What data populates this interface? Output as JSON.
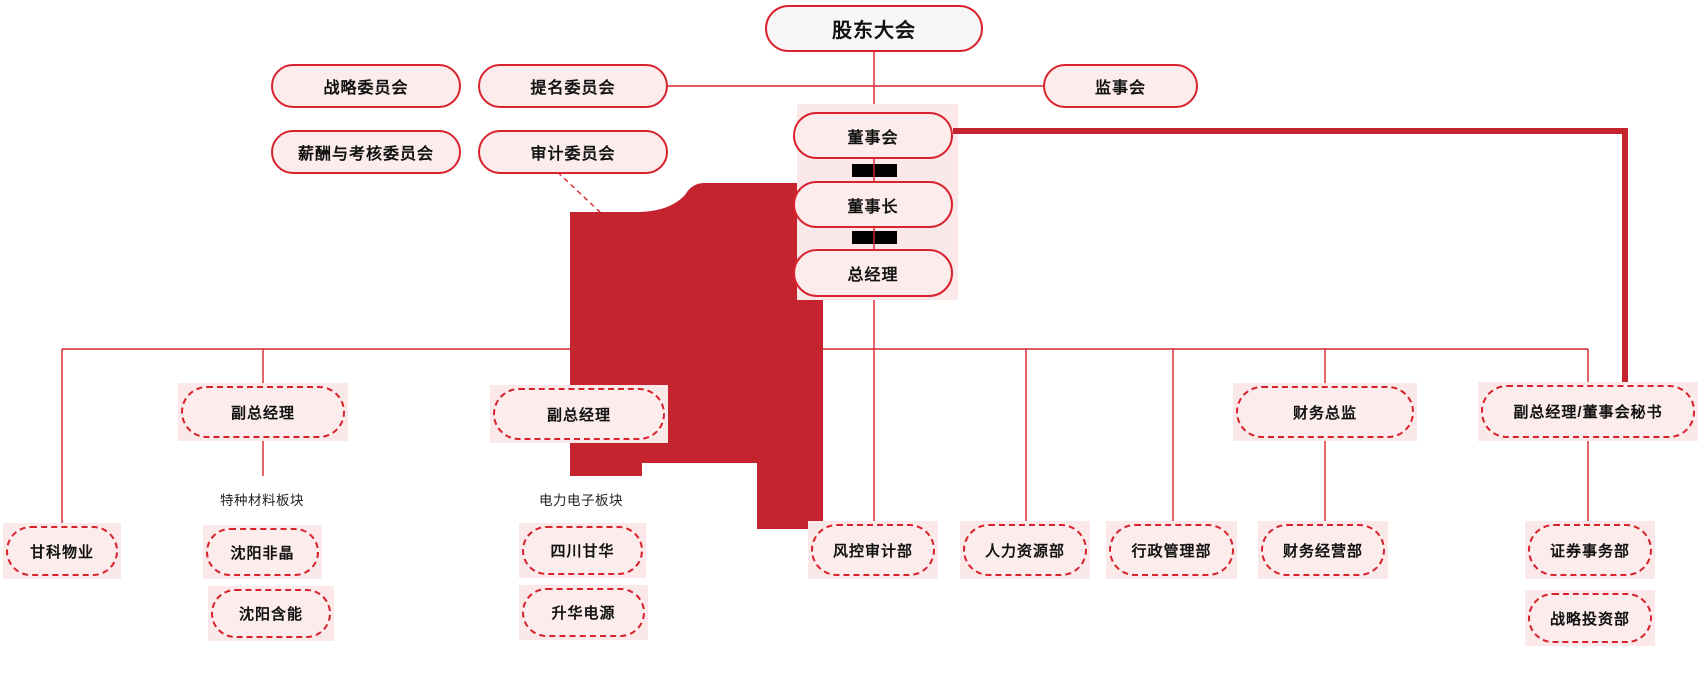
{
  "nodes": {
    "shareholders": "股东大会",
    "strategy_committee": "战略委员会",
    "nomination_committee": "提名委员会",
    "compensation_committee": "薪酬与考核委员会",
    "audit_committee": "审计委员会",
    "supervisory_board": "监事会",
    "board": "董事会",
    "chairman": "董事长",
    "general_manager": "总经理",
    "deputy_gm_1": "副总经理",
    "deputy_gm_2": "副总经理",
    "cfo": "财务总监",
    "deputy_gm_secretary": "副总经理/董事会秘书",
    "ganke_property": "甘科物业",
    "shenyang_feijing": "沈阳非晶",
    "shenyang_hanneng": "沈阳含能",
    "sichuan_ganhua": "四川甘华",
    "shenghua_power": "升华电源",
    "risk_audit_dept": "风控审计部",
    "hr_dept": "人力资源部",
    "admin_dept": "行政管理部",
    "finance_ops_dept": "财务经营部",
    "securities_dept": "证券事务部",
    "strategic_investment_dept": "战略投资部"
  },
  "sector_labels": {
    "special_materials": "特种材料板块",
    "power_electronics": "电力电子板块"
  },
  "colors": {
    "crimson": "#C5232E",
    "line_red": "#D8232E",
    "node_fill": "#FDECEC",
    "node_bg": "#FBE8E8",
    "top_fill": "#F7F7F7",
    "text": "#111111"
  }
}
